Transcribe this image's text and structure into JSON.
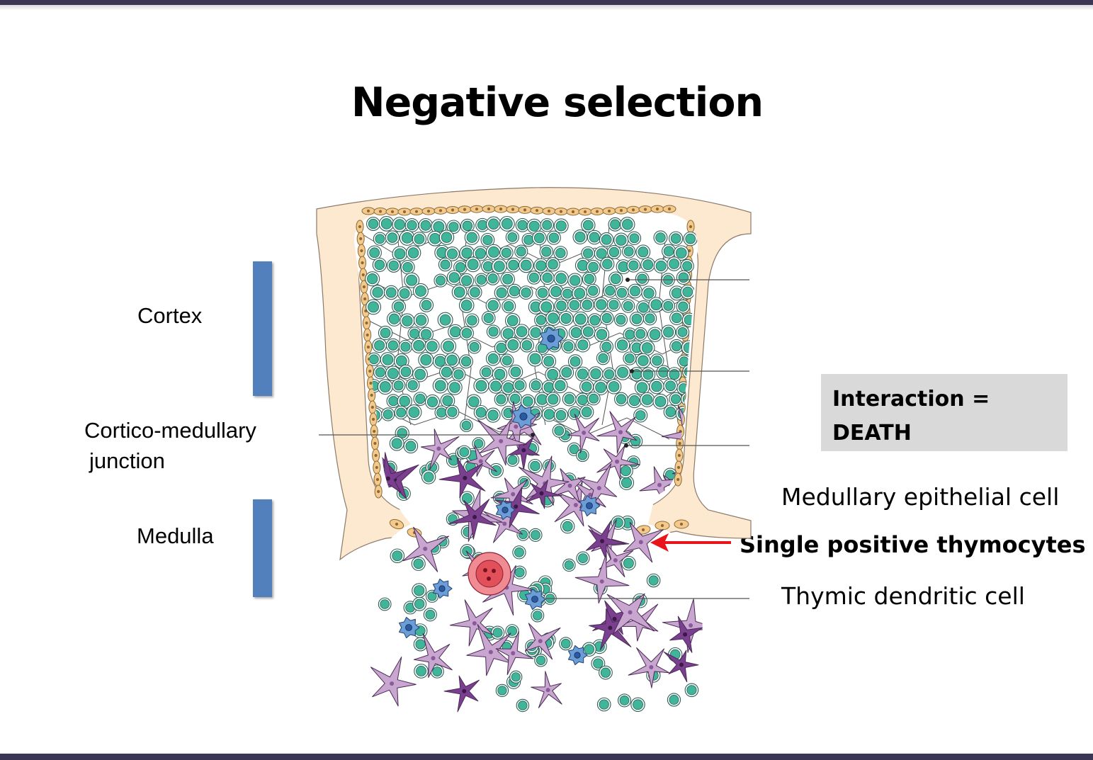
{
  "title": "Negative selection",
  "left_labels": {
    "cortex": "Cortex",
    "cmj_line1": "Cortico-medullary",
    "cmj_line2": "junction",
    "medulla": "Medulla"
  },
  "right_labels": {
    "medullary_epithelial_cell": "Medullary epithelial cell",
    "single_positive_thymocytes": "Single positive thymocytes",
    "thymic_dendritic_cell": "Thymic dendritic cell"
  },
  "callout": {
    "line1": "Interaction =",
    "line2": "DEATH"
  },
  "colors": {
    "frame_bar": "#3b3654",
    "region_bar": "#5180bd",
    "capsule": "#fce9cf",
    "thymocyte": "#3fb59a",
    "epithelial_light": "#c8a6d0",
    "epithelial_dark": "#7b3f8f",
    "dendritic": "#6b9ed6",
    "hassall": "#e2505a",
    "arrow": "#e8161b",
    "callout_bg": "#d9d9d9"
  },
  "icons": [
    "arrow-left-icon"
  ]
}
